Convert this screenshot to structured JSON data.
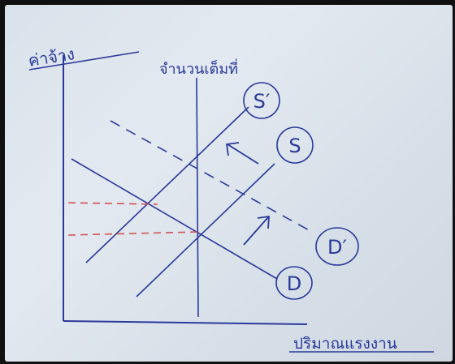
{
  "labels": {
    "y_axis": "ค่าจ้าง",
    "vertical_line": "จำนวนเต็มที่",
    "x_axis": "ปริมาณแรงงาน",
    "supply_new": "S′",
    "supply": "S",
    "demand_new": "D′",
    "demand": "D"
  },
  "colors": {
    "ink": "#2a3a9a",
    "red_dash": "#d05050",
    "paper": "#dde5ee"
  }
}
